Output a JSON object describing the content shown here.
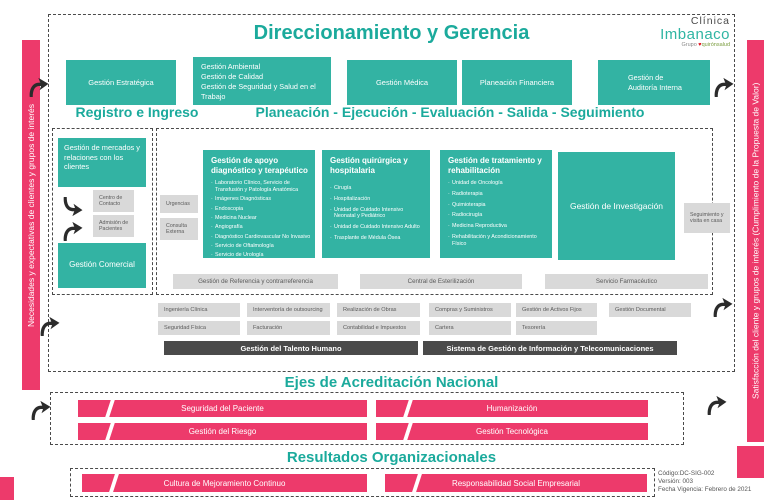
{
  "colors": {
    "teal": "#33b3a3",
    "teal_text": "#1baa9c",
    "pink": "#ed3a6b",
    "gray_box": "#d9d9d9",
    "dark_bar": "#4a4a4a"
  },
  "sidebars": {
    "left": "Necesidades y expectativas de clientes y grupos de interés",
    "right": "Satisfacción del cliente y grupos de interés (Cumplimiento de la Propuesta de Valor)"
  },
  "header": {
    "title": "Direccionamiento y Gerencia",
    "logo": {
      "top": "Clínica",
      "brand": "Imbanaco",
      "group_prefix": "Grupo",
      "group_brand": "quirónsalud"
    },
    "boxes": {
      "estrategica": "Gestión Estratégica",
      "ambiental_lines": [
        "Gestión Ambiental",
        "Gestión de Calidad",
        "Gestión de Seguridad y Salud en el Trabajo"
      ],
      "medica": "Gestión  Médica",
      "financiera": "Planeación Financiera",
      "auditoria_lines": [
        "Gestión de",
        "Auditoría Interna"
      ]
    }
  },
  "labels": {
    "registro": "Registro e Ingreso",
    "cadena": "Planeación - Ejecución - Evaluación - Salida - Seguimiento"
  },
  "left_column": {
    "mercados": "Gestión de mercados y relaciones con los clientes",
    "centro": "Centro de Contacto",
    "admision": "Admisión de Pacientes",
    "comercial": "Gestión Comercial"
  },
  "middle": {
    "urgencias": "Urgencias",
    "consulta": "Consulta Externa",
    "apoyo": {
      "title": "Gestión de apoyo diagnóstico y terapéutico",
      "items": [
        "Laboratorio Clínico, Servicio de Transfusión y Patología Anatómica",
        "Imágenes Diagnósticas",
        "Endoscopia",
        "Medicina Nuclear",
        "Angiografía",
        "Diagnóstico Cardiovascular No Invasivo",
        "Servicio de Oftalmología",
        "Servicio de Urología"
      ]
    },
    "quirurgica": {
      "title": "Gestión quirúrgica y hospitalaria",
      "items": [
        "Cirugía",
        "Hospitalización",
        "Unidad de Cuidado Intensivo Neonatal y Pediátrico",
        "Unidad de Cuidado Intensivo Adulto",
        "Trasplante de Médula Ósea"
      ]
    },
    "tratamiento": {
      "title": "Gestión de tratamiento y rehabilitación",
      "items": [
        "Unidad de Oncología",
        "Radioterapia",
        "Quimioterapia",
        "Radiocirugía",
        "Medicina Reproductiva",
        "Rehabilitación y Acondicionamiento Físico"
      ]
    },
    "investigacion": "Gestión de Investigación",
    "seguimiento": "Seguimiento y visita en casa",
    "referencia": "Gestión de Referencia y contrarreferencia",
    "esterilizacion": "Central de Esterilización",
    "farmaceutico": "Servicio Farmacéutico"
  },
  "support": {
    "row1": [
      "Ingeniería Clínica",
      "Interventoría de outsourcing",
      "Realización de Obras",
      "Compras y Suministros",
      "Gestión de Activos Fijos",
      "Gestión Documental"
    ],
    "row2": [
      "Seguridad Física",
      "Facturación",
      "Contabilidad e Impuestos",
      "Cartera",
      "Tesorería"
    ],
    "talento": "Gestión del Talento Humano",
    "sistema": "Sistema de Gestión de Información y Telecomunicaciones"
  },
  "ejes": {
    "title": "Ejes de Acreditación Nacional",
    "bars": [
      "Seguridad del Paciente",
      "Humanización",
      "Gestión del Riesgo",
      "Gestión Tecnológica"
    ]
  },
  "resultados": {
    "title": "Resultados Organizacionales",
    "bars": [
      "Cultura de Mejoramiento Continuo",
      "Responsabilidad Social Empresarial"
    ]
  },
  "footer": {
    "codigo": "Código:DC-SIG-002",
    "version": "Versión: 003",
    "fecha": "Fecha Vigencia: Febrero de 2021"
  }
}
